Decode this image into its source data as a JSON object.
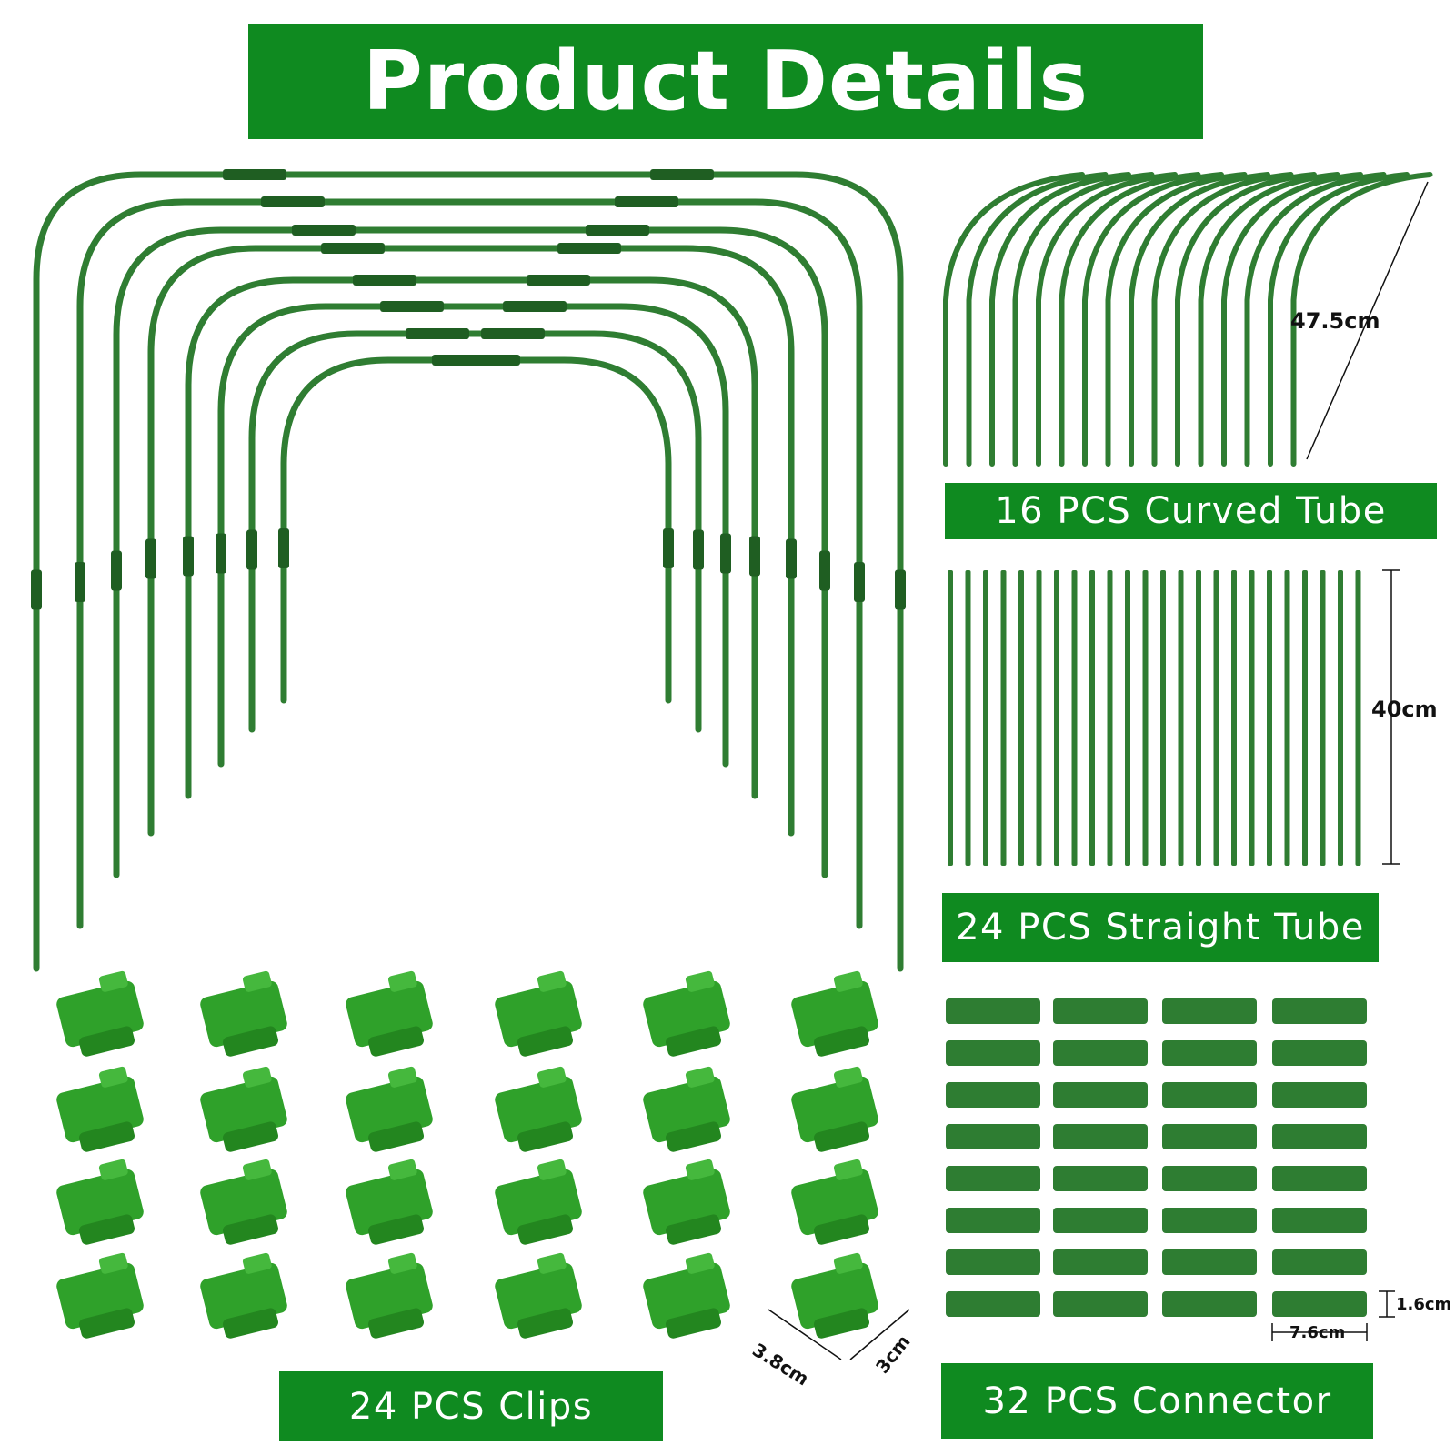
{
  "title": "Product Details",
  "labels": {
    "curved": "16 PCS Curved Tube",
    "straight": "24 PCS Straight Tube",
    "clips": "24 PCS Clips",
    "connector": "32 PCS Connector"
  },
  "dimensions": {
    "curved_length": "47.5cm",
    "straight_length": "40cm",
    "clip_width": "3.8cm",
    "clip_height": "3cm",
    "connector_length": "7.6cm",
    "connector_diameter": "1.6cm"
  },
  "colors": {
    "banner": "#0f8a20",
    "tube": "#2f7d32",
    "tube_dark": "#1f5e22",
    "clip": "#2fa12a",
    "connector": "#2e7d32"
  }
}
